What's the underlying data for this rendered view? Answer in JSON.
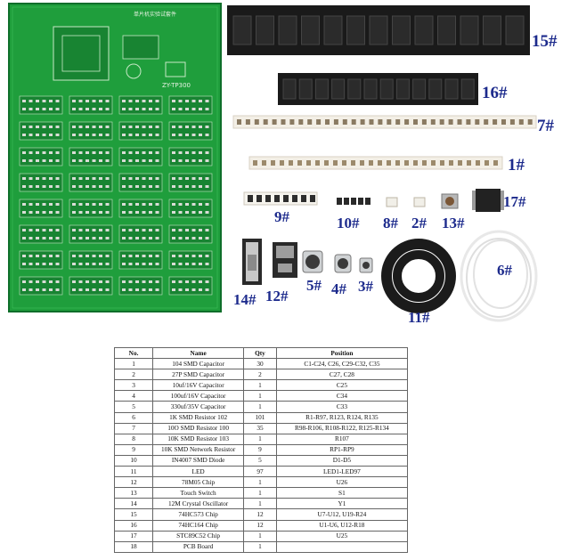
{
  "board": {
    "silk_title": "单片机实验试套件",
    "model": "ZY-TP300"
  },
  "part_labels": [
    {
      "id": "15",
      "text": "15#"
    },
    {
      "id": "16",
      "text": "16#"
    },
    {
      "id": "7",
      "text": "7#"
    },
    {
      "id": "1",
      "text": "1#"
    },
    {
      "id": "9",
      "text": "9#"
    },
    {
      "id": "10",
      "text": "10#"
    },
    {
      "id": "8",
      "text": "8#"
    },
    {
      "id": "2",
      "text": "2#"
    },
    {
      "id": "13",
      "text": "13#"
    },
    {
      "id": "17",
      "text": "17#"
    },
    {
      "id": "14",
      "text": "14#"
    },
    {
      "id": "12",
      "text": "12#"
    },
    {
      "id": "5",
      "text": "5#"
    },
    {
      "id": "4",
      "text": "4#"
    },
    {
      "id": "3",
      "text": "3#"
    },
    {
      "id": "11",
      "text": "11#"
    },
    {
      "id": "6",
      "text": "6#"
    }
  ],
  "table": {
    "headers": [
      "No.",
      "Name",
      "Qty",
      "Position"
    ],
    "rows": [
      [
        "1",
        "104 SMD Capacitor",
        "30",
        "C1-C24, C26, C29-C32, C35"
      ],
      [
        "2",
        "27P SMD Capacitor",
        "2",
        "C27, C28"
      ],
      [
        "3",
        "10uf/16V Capacitor",
        "1",
        "C25"
      ],
      [
        "4",
        "100uf/16V Capacitor",
        "1",
        "C34"
      ],
      [
        "5",
        "330uf/35V Capacitor",
        "1",
        "C33"
      ],
      [
        "6",
        "1K SMD Resistor 102",
        "101",
        "R1-R97, R123, R124, R135"
      ],
      [
        "7",
        "10O SMD Resistor 100",
        "35",
        "R98-R106, R108-R122, R125-R134"
      ],
      [
        "8",
        "10K SMD Resistor 103",
        "1",
        "R107"
      ],
      [
        "9",
        "10K SMD Network Resistor",
        "9",
        "RP1-RP9"
      ],
      [
        "10",
        "IN4007 SMD Diode",
        "5",
        "D1-D5"
      ],
      [
        "11",
        "LED",
        "97",
        "LED1-LED97"
      ],
      [
        "12",
        "78M05  Chip",
        "1",
        "U26"
      ],
      [
        "13",
        "Touch Switch",
        "1",
        "S1"
      ],
      [
        "14",
        "12M Crystal Oscillator",
        "1",
        "Y1"
      ],
      [
        "15",
        "74HC573 Chip",
        "12",
        "U7-U12,   U19-R24"
      ],
      [
        "16",
        "74HC164 Chip",
        "12",
        "U1-U6,   U12-R18"
      ],
      [
        "17",
        "STC89C52 Chip",
        "1",
        "U25"
      ],
      [
        "18",
        "PCB Board",
        "1",
        ""
      ]
    ]
  },
  "colors": {
    "pcb": "#1f9e3c",
    "pcb_edge": "#0e6e2a",
    "label": "#1c2a8c",
    "ic": "#2b2b2b",
    "pad": "#d9dcd6"
  }
}
